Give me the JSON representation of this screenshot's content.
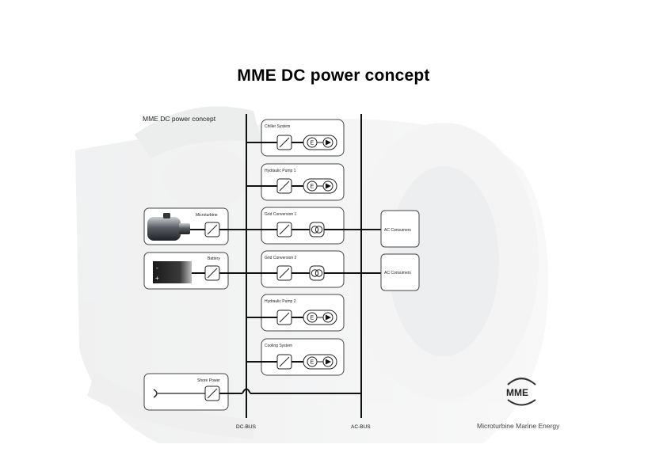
{
  "slide": {
    "title": "MME DC power concept"
  },
  "diagram": {
    "title": "MME DC power concept",
    "buses": {
      "dc": "DC-BUS",
      "ac": "AC-BUS"
    },
    "sources": {
      "microturbine": "Microturbine",
      "battery": "Battery",
      "shore_power": "Shore Power",
      "battery_minus": "-",
      "battery_plus": "+"
    },
    "loads": [
      {
        "label": "Chiller System"
      },
      {
        "label": "Hydraulic Pump 1"
      },
      {
        "label": "Grid Conversion 1"
      },
      {
        "label": "Grid Conversion 2"
      },
      {
        "label": "Hydraulic Pump 2"
      },
      {
        "label": "Cooling System"
      }
    ],
    "consumers": [
      {
        "label": "AC Consumers"
      },
      {
        "label": "AC Consumers"
      }
    ],
    "motor_symbol": "E"
  },
  "logo": {
    "mark": "MME",
    "tagline": "Microturbine Marine Energy"
  },
  "colors": {
    "line": "#111111",
    "box_border": "#444444",
    "background_art": "#d9dadb"
  },
  "icons": {
    "converter": "converter-icon",
    "motor": "motor-icon",
    "pump": "pump-icon",
    "transformer": "transformer-icon",
    "plug": "plug-icon",
    "turbine": "microturbine-icon",
    "battery": "battery-icon",
    "logo": "mme-logo-icon"
  }
}
